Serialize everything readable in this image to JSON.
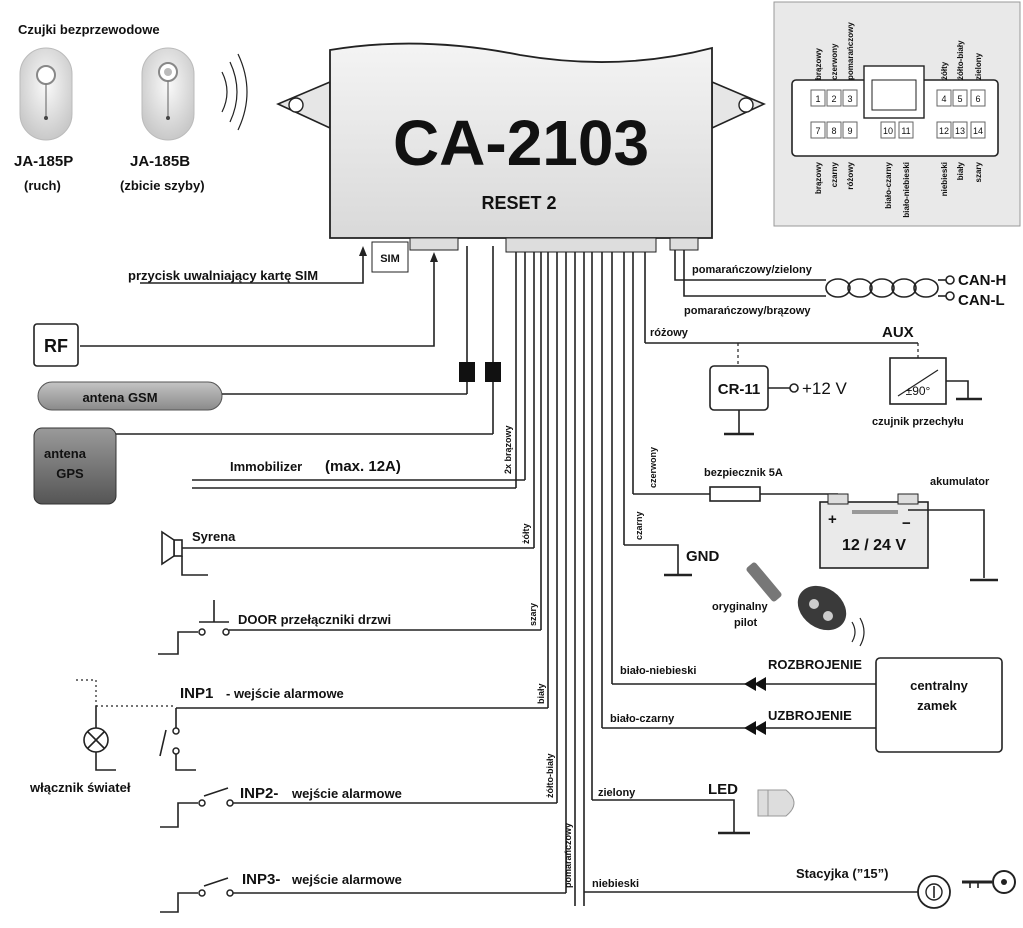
{
  "module": {
    "model": "CA-2103",
    "subtitle": "RESET 2",
    "sim": "SIM"
  },
  "sensors": {
    "header": "Czujki bezprzewodowe",
    "s1_name": "JA-185P",
    "s1_desc": "(ruch)",
    "s2_name": "JA-185B",
    "s2_desc": "(zbicie szyby)"
  },
  "connector": {
    "top_labels": [
      "brązowy",
      "czerwony",
      "pomarańczowy",
      "żółty",
      "żółto-biały",
      "zielony"
    ],
    "pins_top": [
      "1",
      "2",
      "3",
      "4",
      "5",
      "6"
    ],
    "pins_bottom": [
      "7",
      "8",
      "9",
      "10",
      "11",
      "12",
      "13",
      "14"
    ],
    "bottom_labels": [
      "brązowy",
      "czarny",
      "różowy",
      "biało-czarny",
      "biało-niebieski",
      "niebieski",
      "biały",
      "szary"
    ]
  },
  "left": {
    "sim_release": "przycisk uwalniający kartę SIM",
    "rf": "RF",
    "gsm": "antena GSM",
    "gps_line1": "antena",
    "gps_line2": "GPS",
    "immobilizer": "Immobilizer",
    "immobilizer_max": "(max. 12A)",
    "siren": "Syrena",
    "door": "DOOR przełączniki drzwi",
    "inp1": "INP1",
    "inp1_desc": "- wejście alarmowe",
    "light_switch": "włącznik świateł",
    "inp2": "INP2-",
    "inp2_desc": "wejście alarmowe",
    "inp3": "INP3-",
    "inp3_desc": "wejście alarmowe"
  },
  "wires": {
    "brown2x": "2x brązowy",
    "yellow": "żółty",
    "grey": "szary",
    "white": "biały",
    "yellow_white": "żółto-biały",
    "orange": "pomarańczowy",
    "pink": "różowy",
    "red": "czerwony",
    "black": "czarny",
    "white_blue": "biało-niebieski",
    "white_black": "biało-czarny",
    "green": "zielony",
    "blue": "niebieski",
    "orange_green": "pomarańczowy/zielony",
    "orange_brown": "pomarańczowy/brązowy"
  },
  "right": {
    "canh": "CAN-H",
    "canl": "CAN-L",
    "aux": "AUX",
    "cr11": "CR-11",
    "plus12": "+12 V",
    "tilt_value": "±90°",
    "tilt_sensor": "czujnik przechyłu",
    "fuse": "bezpiecznik 5A",
    "battery": "akumulator",
    "battery_voltage": "12 / 24 V",
    "plus": "+",
    "minus": "−",
    "gnd": "GND",
    "remote_line1": "oryginalny",
    "remote_line2": "pilot",
    "disarm": "ROZBROJENIE",
    "arm": "UZBROJENIE",
    "central_line1": "centralny",
    "central_line2": "zamek",
    "led": "LED",
    "ignition": "Stacyjka (”15”)"
  }
}
